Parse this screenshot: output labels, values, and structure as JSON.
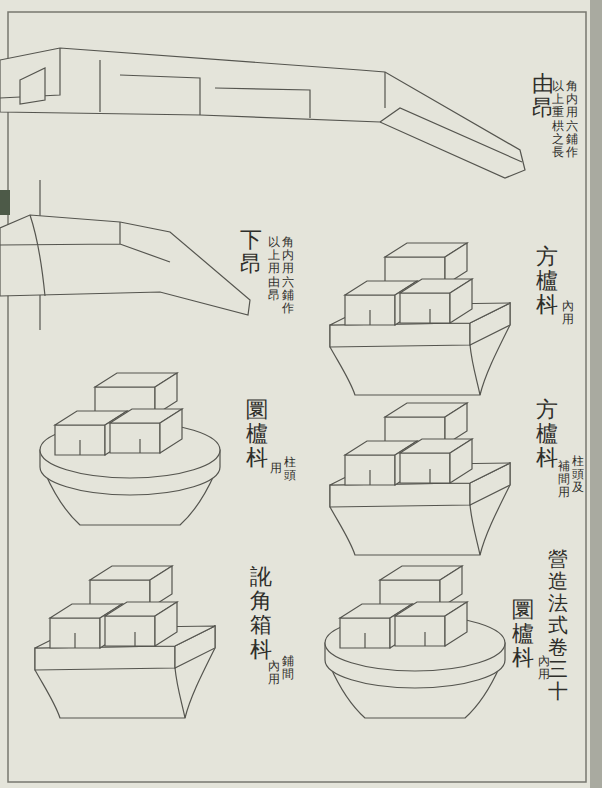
{
  "diagram": {
    "labels": [
      "由昂",
      "角内用六鋪作",
      "以上重栱之長",
      "方櫨枓",
      "內用",
      "方櫨枓",
      "柱頭及",
      "補間用",
      "營造法式卷三十",
      "圜櫨枓",
      "內用",
      "下昂",
      "角内用六鋪作",
      "以上用由昂",
      "圜櫨枓",
      "柱頭",
      "用",
      "訛角箱枓",
      "鋪間",
      "內用"
    ]
  }
}
